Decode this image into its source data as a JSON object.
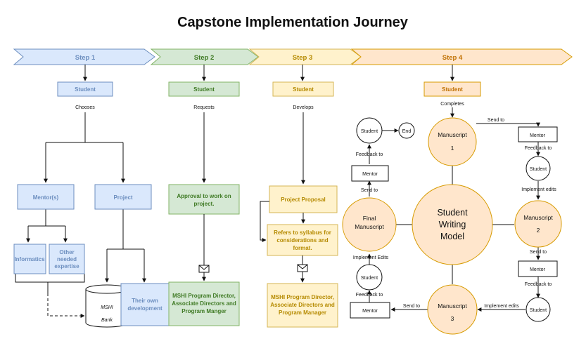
{
  "title": "Capstone Implementation Journey",
  "steps": [
    "Step 1",
    "Step 2",
    "Step 3",
    "Step 4"
  ],
  "nodes": {
    "s1_student": "Student",
    "mentors": "Mentor(s)",
    "project": "Project",
    "informatics": "Informatics",
    "other_expertise": [
      "Other",
      "needed",
      "expertise"
    ],
    "mshi_bank": [
      "MSHI",
      "Bank"
    ],
    "own_dev": [
      "Their own",
      "development"
    ],
    "s2_student": "Student",
    "approval": [
      "Approval to work on",
      "project."
    ],
    "s2_director": [
      "MSHI Program Director,",
      "Associate Directors and",
      "Program Manger"
    ],
    "s3_student": "Student",
    "proposal": "Project Proposal",
    "syllabus": [
      "Refers to syllabus for",
      "considerations and",
      "format."
    ],
    "s3_director": [
      "MSHI Program Director,",
      "Associate Directors and",
      "Program Manager"
    ],
    "s4_student": "Student",
    "manuscript1": [
      "Manuscript",
      "1"
    ],
    "manuscript2": [
      "Manuscript",
      "2"
    ],
    "manuscript3": [
      "Manuscript",
      "3"
    ],
    "center": [
      "Student",
      "Writing",
      "Model"
    ],
    "final": [
      "Final",
      "Manuscript"
    ],
    "mentor_r1": "Mentor",
    "student_r1": "Student",
    "mentor_r2": "Mentor",
    "student_r2": "Student",
    "mentor_b": "Mentor",
    "student_l1": "Student",
    "mentor_l": "Mentor",
    "student_top": "Student",
    "end": "End"
  },
  "edges": {
    "chooses": "Chooses",
    "requests": "Requests",
    "develops": "Develops",
    "completes": "Completes",
    "send_to_1": "Send to",
    "feedback_to_1": "Feedback to",
    "implement_edits_1": "Implement edits",
    "send_to_2": "Send to",
    "feedback_to_2": "Feedback to",
    "implement_edits_2": "Implement edits",
    "send_to_3": "Send to",
    "feedback_to_3": "Feedback to",
    "implement_edits_3": "Implement Edits",
    "send_to_4": "Send to",
    "feedback_to_4": "Feedback to"
  },
  "colors": {
    "step1_fill": "#dae8fc",
    "step1_stroke": "#6c8ebf",
    "step1_text": "#6c8ebf",
    "step2_fill": "#d5e8d4",
    "step2_stroke": "#82b366",
    "step2_text": "#3f7a24",
    "step3_fill": "#fff2cc",
    "step3_stroke": "#d6b656",
    "step3_text": "#b58a00",
    "step4_fill": "#ffe6cc",
    "step4_stroke": "#d79b00",
    "step4_text": "#c07000",
    "circle_fill": "#ffe6cc"
  }
}
